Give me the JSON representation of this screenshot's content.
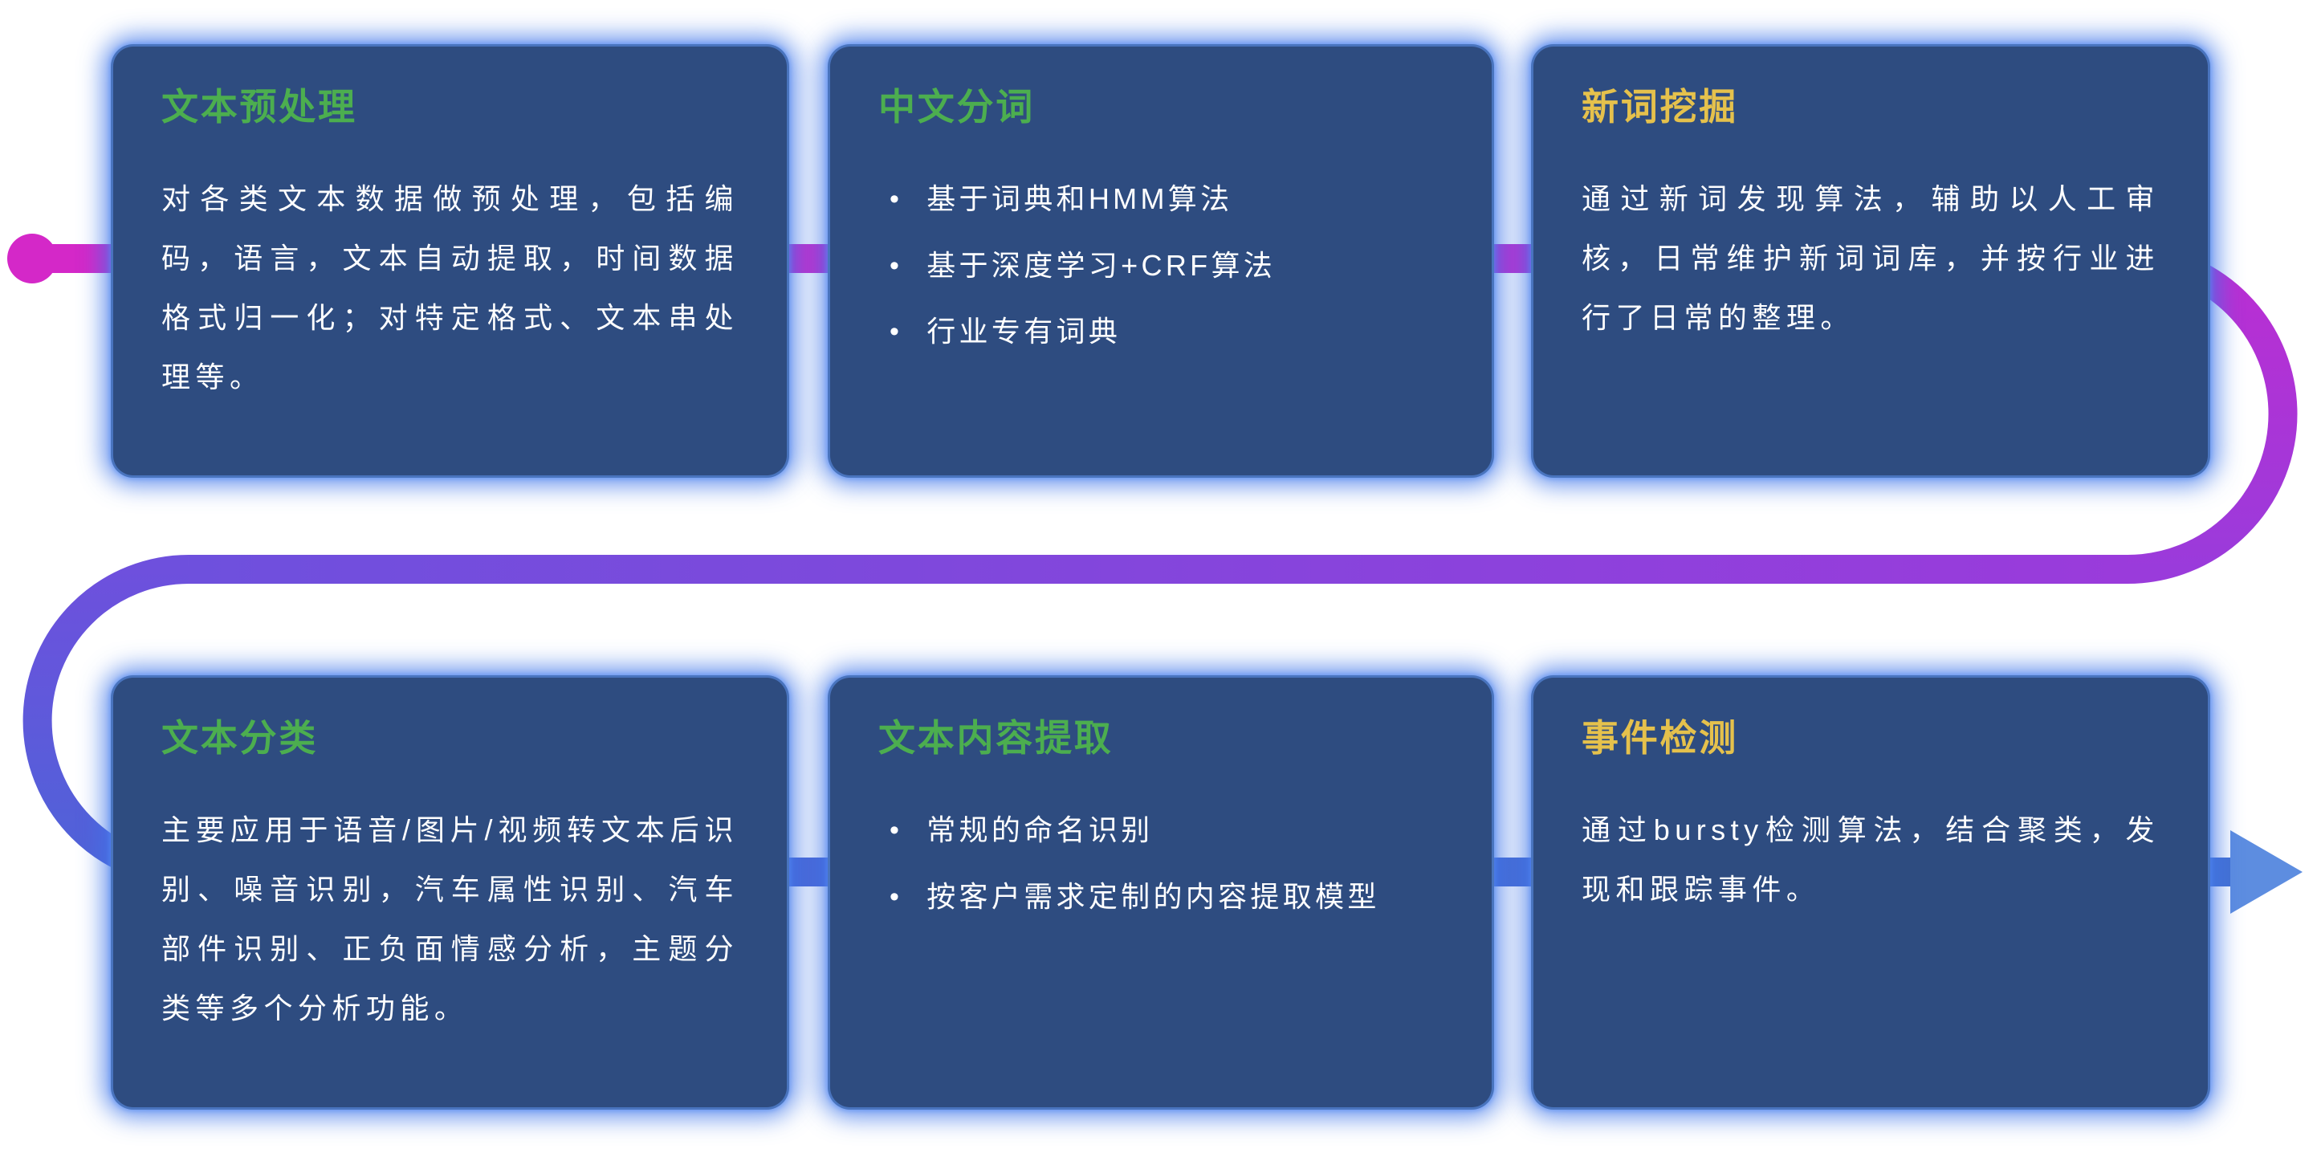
{
  "diagram": {
    "background": "#ffffff",
    "card_bg": "#2e4c80",
    "card_glow": "#3f75e8",
    "bullet_char": "•"
  },
  "flow": {
    "colors": {
      "c1": "#d428c8",
      "c2": "#bb2ed2",
      "c3": "#9a3bdb",
      "c4": "#6e50dd",
      "c5": "#4e63d8",
      "c6": "#4470d2",
      "arrow": "#5d8de0"
    }
  },
  "cards": [
    {
      "title": "文本预处理",
      "title_color": "#4cae4f",
      "body": "对各类文本数据做预处理，包括编码，语言，文本自动提取，时间数据格式归一化；对特定格式、文本串处理等。"
    },
    {
      "title": "中文分词",
      "title_color": "#4cae4f",
      "bullets": [
        "基于词典和HMM算法",
        "基于深度学习+CRF算法",
        "行业专有词典"
      ]
    },
    {
      "title": "新词挖掘",
      "title_color": "#e5c14c",
      "body": "通过新词发现算法，辅助以人工审核，日常维护新词词库，并按行业进行了日常的整理。"
    },
    {
      "title": "文本分类",
      "title_color": "#4cae4f",
      "body": "主要应用于语音/图片/视频转文本后识别、噪音识别，汽车属性识别、汽车部件识别、正负面情感分析，主题分类等多个分析功能。"
    },
    {
      "title": "文本内容提取",
      "title_color": "#4cae4f",
      "bullets": [
        "常规的命名识别",
        "按客户需求定制的内容提取模型"
      ]
    },
    {
      "title": "事件检测",
      "title_color": "#e5c14c",
      "body": "通过bursty检测算法，结合聚类，发现和跟踪事件。"
    }
  ]
}
